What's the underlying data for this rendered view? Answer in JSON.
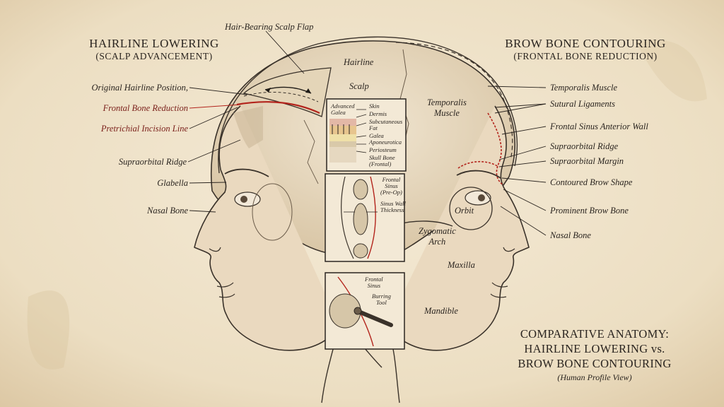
{
  "left_heading": {
    "title": "HAIRLINE LOWERING",
    "subtitle": "(SCALP ADVANCEMENT)"
  },
  "right_heading": {
    "title": "BROW BONE CONTOURING",
    "subtitle": "(FRONTAL BONE REDUCTION)"
  },
  "top_labels": {
    "flap": "Hair-Bearing Scalp Flap",
    "hairline": "Hairline",
    "scalp": "Scalp"
  },
  "left_labels": {
    "original_hairline": "Original Hairline Position,",
    "frontal_bone_reduction": "Frontal Bone Reduction",
    "pretrichial_incision": "Pretrichial Incision Line",
    "supraorbital_ridge": "Supraorbital Ridge",
    "glabella": "Glabella",
    "nasal_bone": "Nasal Bone"
  },
  "right_labels": {
    "temporalis_muscle": "Temporalis Muscle",
    "sutural_ligaments": "Sutural Ligaments",
    "frontal_sinus_anterior_wall": "Frontal Sinus Anterior Wall",
    "supraorbital_ridge": "Supraorbital Ridge",
    "supraorbital_margin": "Supraorbital Margin",
    "contoured_brow_shape": "Contoured Brow Shape",
    "prominent_brow_bone": "Prominent Brow Bone",
    "nasal_bone": "Nasal Bone"
  },
  "center_labels": {
    "temporalis": "Temporalis\nMuscle",
    "orbit": "Orbit",
    "zygomatic": "Zygomatic\nArch",
    "maxilla": "Maxilla",
    "mandible": "Mandible"
  },
  "inset_layers": {
    "advanced_galea": "Advanced\nGalea",
    "skin": "Skin",
    "dermis": "Dermis",
    "subcutaneous_fat": "Subcutaneous\nFat",
    "galea_aponeurotica": "Galea\nAponeurotica",
    "periosteum": "Periosteum",
    "skull_bone": "Skull Bone\n(Frontal)"
  },
  "inset_sinus": {
    "frontal_sinus_preop": "Frontal\nSinus\n(Pre-Op)",
    "sinus_wall_thickness": "Sinus Wall\nThickness"
  },
  "inset_burr": {
    "frontal_sinus": "Frontal\nSinus",
    "burring_tool": "Burring\nTool"
  },
  "caption": {
    "title": "COMPARATIVE ANATOMY:\nHAIRLINE LOWERING vs.\nBROW BONE CONTOURING",
    "subtitle": "(Human Profile View)"
  },
  "colors": {
    "parchment": "#efe2c8",
    "ink": "#2b2520",
    "incision_red": "#b3241c",
    "skin_tone": "#e8d9c0"
  }
}
